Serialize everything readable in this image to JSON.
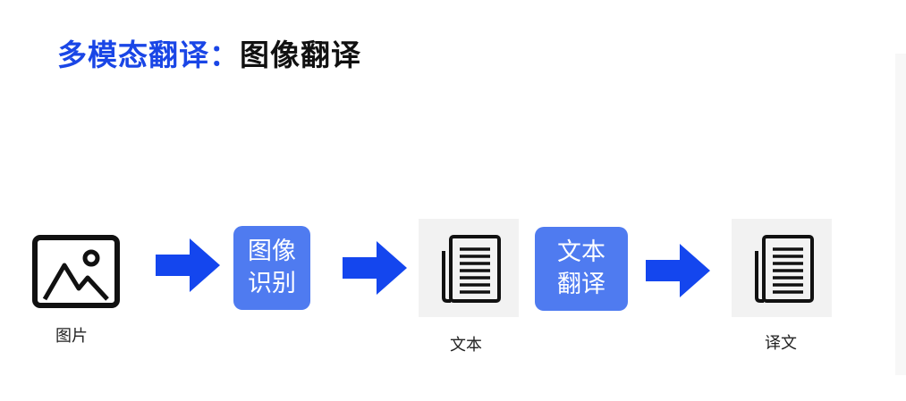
{
  "title": {
    "highlight": "多模态翻译：",
    "main": "图像翻译"
  },
  "flow": {
    "input_label": "图片",
    "step1": {
      "line1": "图像",
      "line2": "识别"
    },
    "text_label": "文本",
    "step2": {
      "line1": "文本",
      "line2": "翻译"
    },
    "output_label": "译文"
  },
  "colors": {
    "title_blue": "#1a46e6",
    "arrow_blue": "#1446ee",
    "box_blue": "#4f7bf0",
    "doc_tile": "#f2f2f2"
  },
  "icons": {
    "input": "image-icon",
    "text": "document-icon",
    "output": "document-icon",
    "arrow": "right-arrow-icon"
  }
}
